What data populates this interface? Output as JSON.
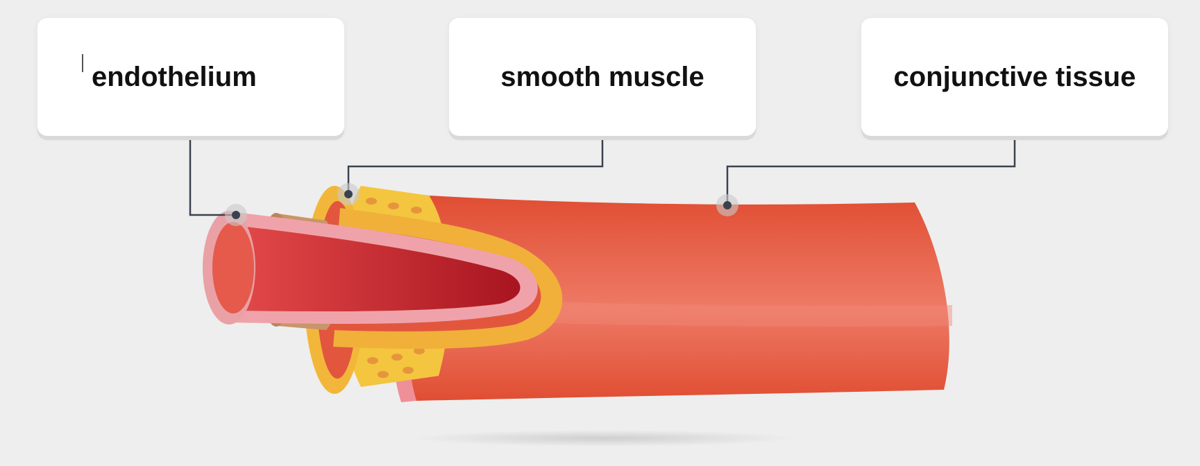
{
  "labels": {
    "endothelium": "endothelium",
    "smooth_muscle": "smooth muscle",
    "conjunctive_tissue": "conjunctive tissue"
  },
  "colors": {
    "background": "#eeeeee",
    "outer_wall": "#e2583f",
    "inner_lumen": "#c4232a",
    "endothelium_pink": "#e9a1a6",
    "tan_layer": "#c9956a",
    "fat_yellow": "#f4c53f",
    "connector": "#3a4250"
  },
  "icons": [
    "blood-vessel-illustration"
  ]
}
